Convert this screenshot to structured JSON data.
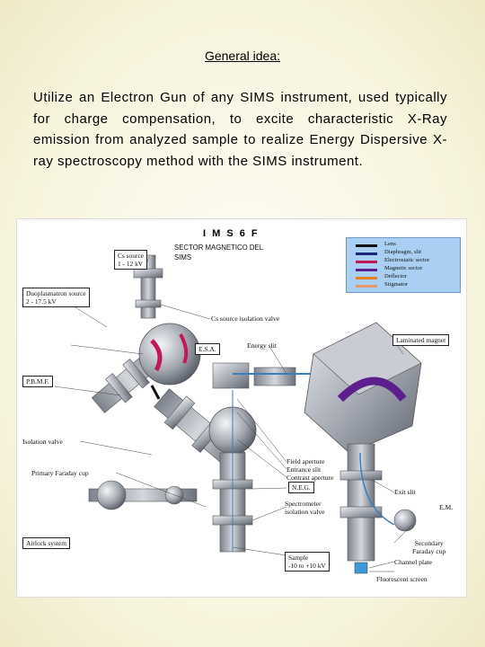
{
  "heading": "General idea:",
  "body": "Utilize an Electron Gun of any SIMS instrument, used typically for charge compensation, to excite characteristic X-Ray emission from analyzed sample to realize Energy Dispersive X-ray spectroscopy method with the SIMS instrument.",
  "diagram": {
    "title": "I M S 6 F",
    "subtitle_line1": "SECTOR MAGNETICO DEL",
    "subtitle_line2": "SIMS",
    "labels": {
      "cs_source_line1": "Cs source",
      "cs_source_line2": "1 - 12 kV",
      "duoplasmatron_line1": "Duoplasmatron source",
      "duoplasmatron_line2": "2 - 17.5 kV",
      "cs_isolation_valve": "Cs source isolation valve",
      "esa": "E.S.A.",
      "energy_slit": "Energy slit",
      "laminated_magnet": "Laminated magnet",
      "pbmf": "P.B.M.F.",
      "isolation_valve": "Isolation valve",
      "field_aperture": "Field aperture",
      "entrance_slit": "Entrance slit",
      "contrast_aperture": "Contrast aperture",
      "neg": "N.E.G.",
      "exit_slit": "Exit slit",
      "em": "E.M.",
      "primary_faraday_cup": "Primary Faraday cup",
      "spectrometer_isolation_line1": "Spectrometer",
      "spectrometer_isolation_line2": "isolation valve",
      "secondary_faraday_line1": "Secondary",
      "secondary_faraday_line2": "Faraday cup",
      "airlock_system": "Airlock system",
      "sample_line1": "Sample",
      "sample_line2": "-10 to +10 kV",
      "channel_plate": "Channel plate",
      "fluorescent_screen": "Fluorescent screen"
    },
    "legend": [
      {
        "label": "Lens",
        "color": "#111111"
      },
      {
        "label": "Diaphragm, slit",
        "color": "#1a237e"
      },
      {
        "label": "Electrostatic sector",
        "color": "#c2185b"
      },
      {
        "label": "Magnetic sector",
        "color": "#5e1f8e"
      },
      {
        "label": "Deflector",
        "color": "#e67e22"
      },
      {
        "label": "Stigmator",
        "color": "#e69a6a"
      }
    ]
  }
}
